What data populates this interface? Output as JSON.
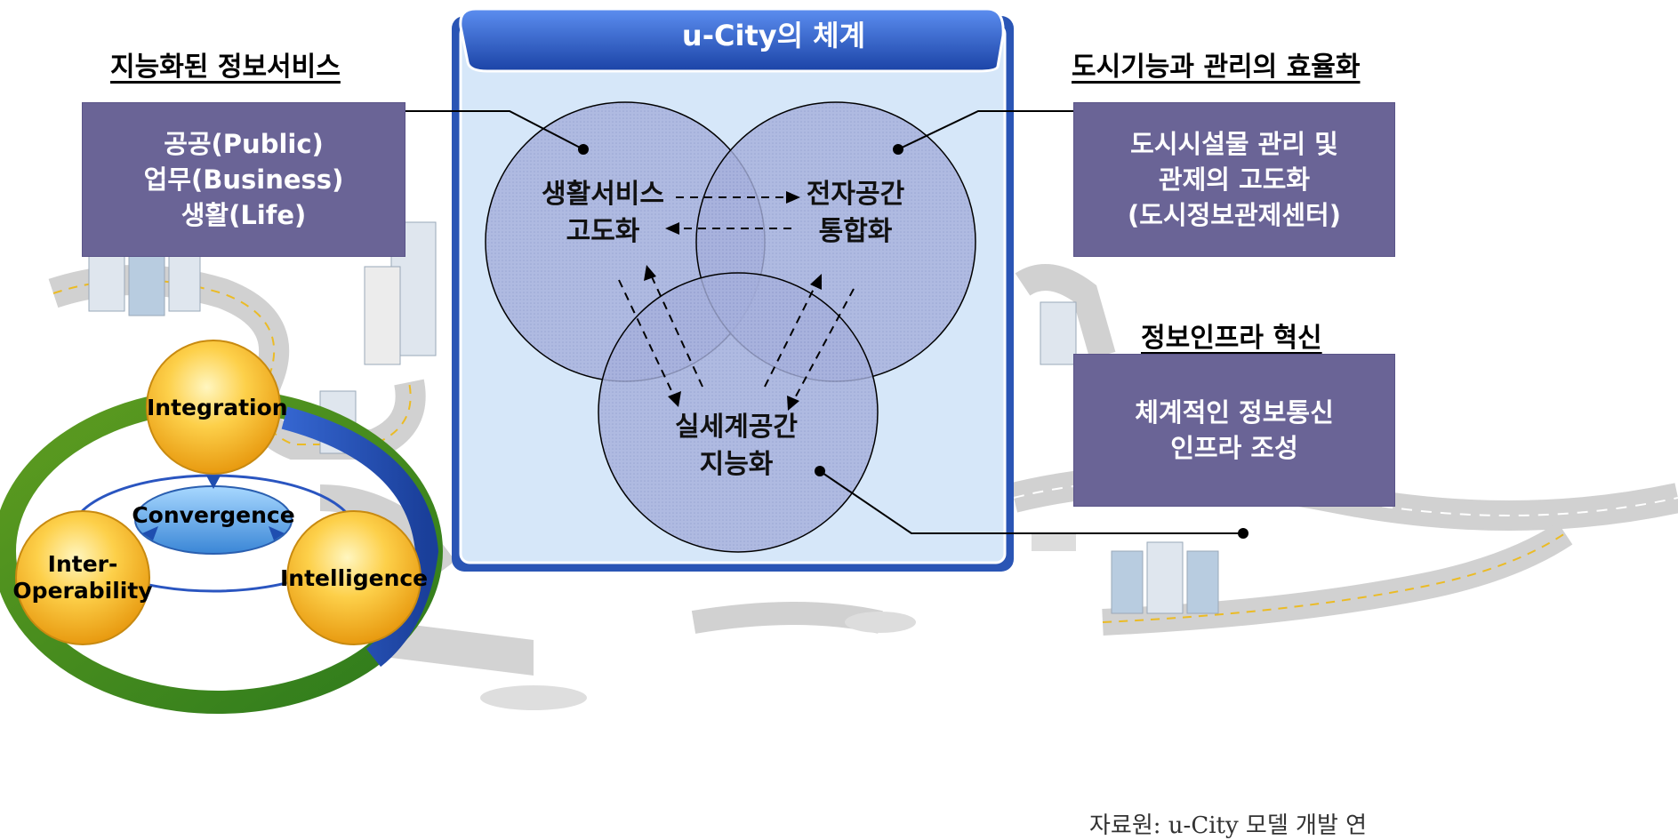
{
  "panel": {
    "title": "u-City의 체계"
  },
  "labels": {
    "left_top": "지능화된 정보서비스",
    "right_top": "도시기능과 관리의 효율화",
    "right_mid": "정보인프라 혁신"
  },
  "boxes": {
    "services": [
      "공공(Public)",
      "업무(Business)",
      "생활(Life)"
    ],
    "facilities": [
      "도시시설물 관리 및",
      "관제의 고도화",
      "(도시정보관제센터)"
    ],
    "infra": [
      "체계적인 정보통신",
      "인프라 조성"
    ]
  },
  "circles": {
    "life": [
      "생활서비스",
      "고도화"
    ],
    "cyber": [
      "전자공간",
      "통합화"
    ],
    "real": [
      "실세계공간",
      "지능화"
    ]
  },
  "orbs": {
    "top": "Integration",
    "center": "Convergence",
    "left": [
      "Inter-",
      "Operability"
    ],
    "right": "Intelligence"
  },
  "source_partial": "자료원: u-City 모델 개발 연",
  "colors": {
    "panel_blue": "#2b58b8",
    "panel_bg": "#d4e6f8",
    "venn_fill": "#9aa6d6",
    "label_box": "#6a6496",
    "orb_yellow": "#fcc63a"
  }
}
